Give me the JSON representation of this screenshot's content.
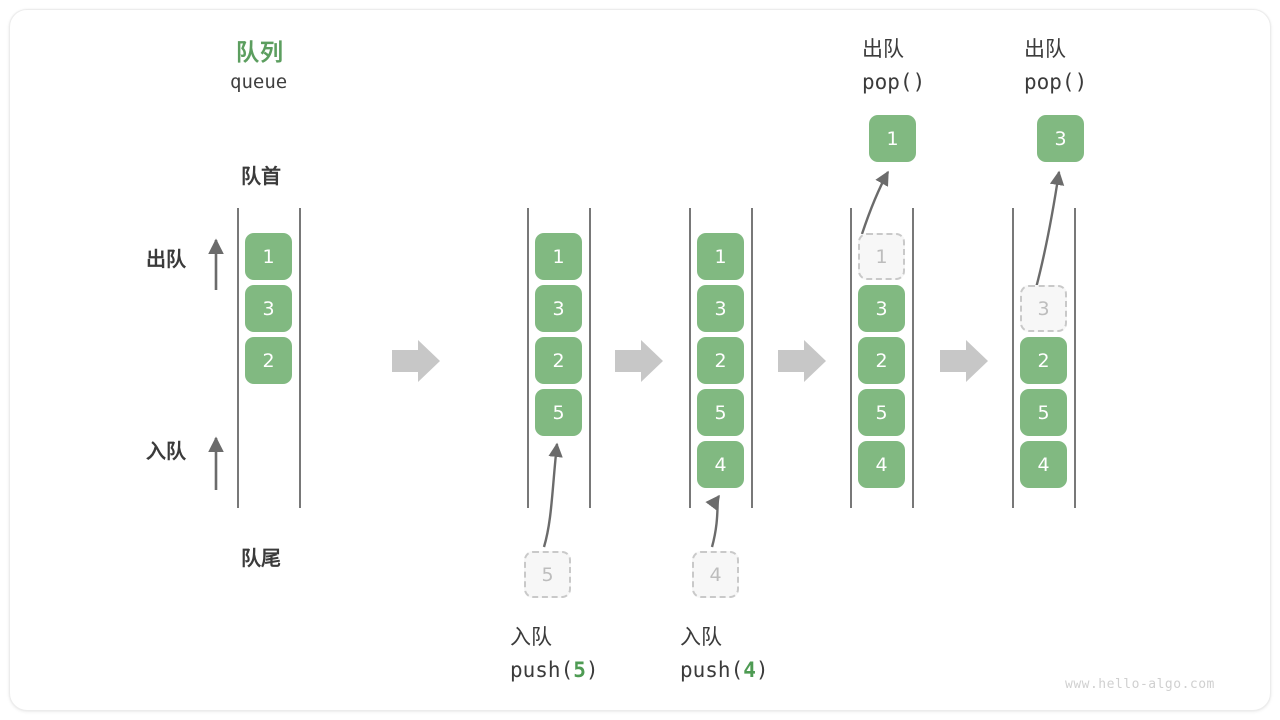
{
  "diagram": {
    "title_cn": "队列",
    "title_en": "queue",
    "head_label": "队首",
    "tail_label": "队尾",
    "dequeue_label": "出队",
    "enqueue_label": "入队",
    "watermark": "www.hello-algo.com",
    "accent_color": "#5c9e5f",
    "node_color": "#81b981",
    "ghost_color": "#f7f7f7",
    "arrow_color": "#c7c7c7"
  },
  "steps": [
    {
      "id": "initial",
      "caption_cn": "",
      "caption_code": "",
      "values": [
        "1",
        "3",
        "2"
      ],
      "ghost_top": null,
      "ghost_bottom": null,
      "popped": null
    },
    {
      "id": "push-5",
      "caption_cn": "入队",
      "caption_code_prefix": "push(",
      "caption_code_value": "5",
      "caption_code_suffix": ")",
      "values": [
        "1",
        "3",
        "2",
        "5"
      ],
      "ghost_bottom": "5",
      "popped": null
    },
    {
      "id": "push-4",
      "caption_cn": "入队",
      "caption_code_prefix": "push(",
      "caption_code_value": "4",
      "caption_code_suffix": ")",
      "values": [
        "1",
        "3",
        "2",
        "5",
        "4"
      ],
      "ghost_bottom": "4",
      "popped": null
    },
    {
      "id": "pop-1",
      "caption_cn": "出队",
      "caption_code": "pop()",
      "values": [
        "3",
        "2",
        "5",
        "4"
      ],
      "ghost_top": "1",
      "popped": "1"
    },
    {
      "id": "pop-3",
      "caption_cn": "出队",
      "caption_code": "pop()",
      "values": [
        "2",
        "5",
        "4"
      ],
      "ghost_top": "3",
      "popped": "3"
    }
  ],
  "flow_arrows": 4
}
